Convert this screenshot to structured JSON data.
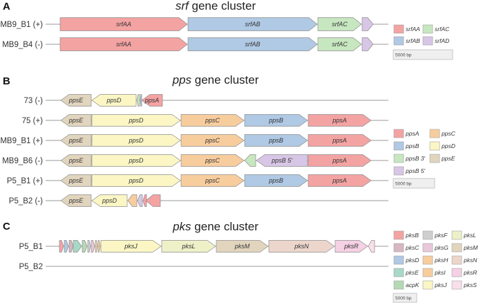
{
  "colors": {
    "srfAA": "#f4a3a3",
    "srfAB": "#b0c9e4",
    "srfAC": "#c7e7c0",
    "srfAD": "#d8c6e6",
    "ppsA": "#f4a3a3",
    "ppsB": "#b0c9e4",
    "ppsB3": "#c7e7c0",
    "ppsB5": "#d8c6e6",
    "ppsC": "#f8cd9e",
    "ppsD": "#fbf6c4",
    "ppsE": "#e2d5be",
    "pksB": "#f4a3a3",
    "pksC": "#d8b6c2",
    "pksD": "#b0c9e4",
    "pksE": "#a8d8c6",
    "acpK": "#b5d9b5",
    "pksF": "#cfcfcf",
    "pksG": "#eac7da",
    "pksH": "#f8cd9e",
    "pksI": "#f8cd9e",
    "pksJ": "#fbf6c4",
    "pksL": "#eef0c8",
    "pksM": "#e2d5be",
    "pksN": "#ecd6cc",
    "pksR": "#f6d0e4",
    "pksS": "#f9dfea"
  },
  "panels": [
    {
      "letter": "A",
      "title_italic": "srf",
      "title_rest": " gene cluster",
      "scale_label": "5000 bp",
      "rows": [
        {
          "label": "MB9_B1 (+)",
          "genes": [
            {
              "color": "srfAA",
              "label": "srfAA"
            },
            {
              "color": "srfAB",
              "label": "srfAB"
            },
            {
              "color": "srfAC",
              "label": "srfAC"
            },
            {
              "color": "srfAD",
              "label": ""
            }
          ]
        },
        {
          "label": "MB9_B4 (-)",
          "genes": [
            {
              "color": "srfAA",
              "label": "srfAA"
            },
            {
              "color": "srfAB",
              "label": "srfAB"
            },
            {
              "color": "srfAC",
              "label": "srfAC"
            },
            {
              "color": "srfAD",
              "label": ""
            }
          ]
        }
      ],
      "legend": [
        {
          "color": "srfAA",
          "label": "srfAA"
        },
        {
          "color": "srfAC",
          "label": "srfAC"
        },
        {
          "color": "srfAB",
          "label": "srfAB"
        },
        {
          "color": "srfAD",
          "label": "srfAD"
        }
      ]
    },
    {
      "letter": "B",
      "title_italic": "pps",
      "title_rest": " gene cluster",
      "scale_label": "5000 bp",
      "rows": [
        {
          "label": "73 (-)",
          "genes": [
            {
              "color": "ppsE",
              "label": "ppsE"
            },
            {
              "color": "ppsD",
              "label": "ppsD"
            },
            {
              "color": "ppsB3",
              "label": ""
            },
            {
              "color": "ppsB",
              "label": ""
            },
            {
              "color": "ppsA",
              "label": "ppsA"
            }
          ]
        },
        {
          "label": "75 (+)",
          "genes": [
            {
              "color": "ppsE",
              "label": "ppsE"
            },
            {
              "color": "ppsD",
              "label": "ppsD"
            },
            {
              "color": "ppsC",
              "label": "ppsC"
            },
            {
              "color": "ppsB",
              "label": "ppsB"
            },
            {
              "color": "ppsA",
              "label": "ppsA"
            }
          ]
        },
        {
          "label": "MB9_B1 (+)",
          "genes": [
            {
              "color": "ppsE",
              "label": "ppsE"
            },
            {
              "color": "ppsD",
              "label": "ppsD"
            },
            {
              "color": "ppsC",
              "label": "ppsC"
            },
            {
              "color": "ppsB",
              "label": "ppsB"
            },
            {
              "color": "ppsA",
              "label": "ppsA"
            }
          ]
        },
        {
          "label": "MB9_B6 (-)",
          "genes": [
            {
              "color": "ppsE",
              "label": "ppsE"
            },
            {
              "color": "ppsD",
              "label": "ppsD"
            },
            {
              "color": "ppsC",
              "label": "ppsC"
            },
            {
              "color": "ppsB3",
              "label": ""
            },
            {
              "color": "ppsB5",
              "label": "ppsB 5'"
            },
            {
              "color": "ppsA",
              "label": "ppsA"
            }
          ]
        },
        {
          "label": "P5_B1 (+)",
          "genes": [
            {
              "color": "ppsE",
              "label": "ppsE"
            },
            {
              "color": "ppsD",
              "label": "ppsD"
            },
            {
              "color": "ppsC",
              "label": "ppsC"
            },
            {
              "color": "ppsB",
              "label": "ppsB"
            },
            {
              "color": "ppsA",
              "label": "ppsA"
            }
          ]
        },
        {
          "label": "P5_B2 (-)",
          "genes": [
            {
              "color": "ppsE",
              "label": "ppsE"
            },
            {
              "color": "ppsD",
              "label": "ppsD"
            },
            {
              "color": "ppsC",
              "label": ""
            },
            {
              "color": "ppsB5",
              "label": ""
            },
            {
              "color": "ppsA",
              "label": ""
            },
            {
              "color": "ppsA",
              "label": ""
            }
          ]
        }
      ],
      "legend": [
        {
          "color": "ppsA",
          "label": "ppsA"
        },
        {
          "color": "ppsC",
          "label": "ppsC"
        },
        {
          "color": "ppsB",
          "label": "ppsB"
        },
        {
          "color": "ppsD",
          "label": "ppsD"
        },
        {
          "color": "ppsB3",
          "label": "ppsB 3'"
        },
        {
          "color": "ppsE",
          "label": "ppsE"
        },
        {
          "color": "ppsB5",
          "label": "ppsB 5'"
        }
      ]
    },
    {
      "letter": "C",
      "title_italic": "pks",
      "title_rest": " gene cluster",
      "scale_label": "5000 bp",
      "rows": [
        {
          "label": "P5_B1",
          "genes": [
            {
              "color": "pksB",
              "label": ""
            },
            {
              "color": "pksD",
              "label": ""
            },
            {
              "color": "pksC",
              "label": ""
            },
            {
              "color": "pksE",
              "label": ""
            },
            {
              "color": "acpK",
              "label": ""
            },
            {
              "color": "pksF",
              "label": ""
            },
            {
              "color": "pksG",
              "label": ""
            },
            {
              "color": "pksH",
              "label": ""
            },
            {
              "color": "pksI",
              "label": ""
            },
            {
              "color": "pksJ",
              "label": "pksJ"
            },
            {
              "color": "pksL",
              "label": "pksL"
            },
            {
              "color": "pksM",
              "label": "pksM"
            },
            {
              "color": "pksN",
              "label": "pksN"
            },
            {
              "color": "pksR",
              "label": "pksR"
            },
            {
              "color": "pksS",
              "label": ""
            }
          ]
        },
        {
          "label": "P5_B2",
          "genes": []
        }
      ],
      "legend": [
        {
          "color": "pksB",
          "label": "pksB"
        },
        {
          "color": "pksF",
          "label": "pksF"
        },
        {
          "color": "pksL",
          "label": "pksL"
        },
        {
          "color": "pksC",
          "label": "pksC"
        },
        {
          "color": "pksG",
          "label": "pksG"
        },
        {
          "color": "pksM",
          "label": "pksM"
        },
        {
          "color": "pksD",
          "label": "pksD"
        },
        {
          "color": "pksH",
          "label": "pksH"
        },
        {
          "color": "pksN",
          "label": "pksN"
        },
        {
          "color": "pksE",
          "label": "pksE"
        },
        {
          "color": "pksI",
          "label": "pksI"
        },
        {
          "color": "pksR",
          "label": "pksR"
        },
        {
          "color": "acpK",
          "label": "acpK"
        },
        {
          "color": "pksJ",
          "label": "pksJ"
        },
        {
          "color": "pksS",
          "label": "pksS"
        }
      ]
    }
  ]
}
